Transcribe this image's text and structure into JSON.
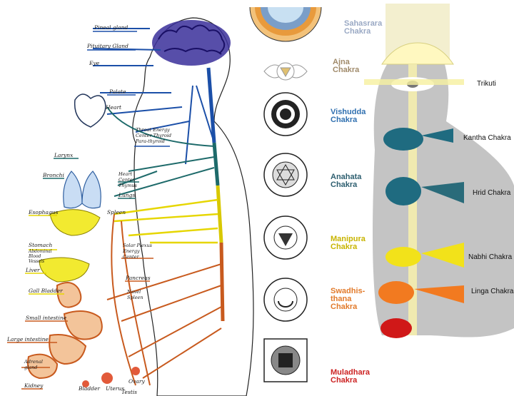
{
  "anatomy": {
    "labels": [
      {
        "id": "pineal",
        "text": "Pineal gland"
      },
      {
        "id": "pituitary",
        "text": "Pituitary Gland"
      },
      {
        "id": "eye",
        "text": "Eye"
      },
      {
        "id": "palate",
        "text": "Palate"
      },
      {
        "id": "heart",
        "text": "Heart"
      },
      {
        "id": "throat",
        "text": "Throat Energy Center Thyroid Para-thyroid"
      },
      {
        "id": "larynx",
        "text": "Larynx"
      },
      {
        "id": "bronchi",
        "text": "Bronchi"
      },
      {
        "id": "heartcenter",
        "text": "Heart Center Thymus"
      },
      {
        "id": "lungs",
        "text": "Lungs"
      },
      {
        "id": "spleen_top",
        "text": "Spleen"
      },
      {
        "id": "esophagus",
        "text": "Esophagus"
      },
      {
        "id": "stomach",
        "text": "Stomach"
      },
      {
        "id": "abdominal",
        "text": "Abdominal Blood Vessels"
      },
      {
        "id": "solar",
        "text": "Solar Plexus Energy Center"
      },
      {
        "id": "liver",
        "text": "Liver"
      },
      {
        "id": "pancreas",
        "text": "Pancreas"
      },
      {
        "id": "gall",
        "text": "Gall Bladder"
      },
      {
        "id": "navel",
        "text": "Navel Spleen"
      },
      {
        "id": "smallint",
        "text": "Small intestine"
      },
      {
        "id": "largeint",
        "text": "Large intestine"
      },
      {
        "id": "adrenal",
        "text": "Adrenal gland"
      },
      {
        "id": "ovary",
        "text": "Ovary"
      },
      {
        "id": "kidney",
        "text": "Kidney"
      },
      {
        "id": "bladder",
        "text": "Bladder"
      },
      {
        "id": "uterus",
        "text": "Uterus"
      },
      {
        "id": "testis",
        "text": "Testis"
      }
    ]
  },
  "chakras": [
    {
      "id": "sahasrara",
      "name": "Sahasrara\nChakra",
      "color": "#9aa9c4"
    },
    {
      "id": "ajna",
      "name": "Ajna\nChakra",
      "color": "#a08a6a"
    },
    {
      "id": "vishudda",
      "name": "Vishudda\nChakra",
      "color": "#3070b0"
    },
    {
      "id": "anahata",
      "name": "Anahata\nChakra",
      "color": "#2e5f70"
    },
    {
      "id": "manipura",
      "name": "Manipura\nChakra",
      "color": "#c8b400"
    },
    {
      "id": "swadhisthana",
      "name": "Swadhis-\nthana\nChakra",
      "color": "#e27a2a"
    },
    {
      "id": "muladhara",
      "name": "Muladhara\nChakra",
      "color": "#cc2222"
    }
  ],
  "right_panel": {
    "labels": [
      {
        "id": "trikuti",
        "text": "Trikuti"
      },
      {
        "id": "kantha",
        "text": "Kantha Chakra"
      },
      {
        "id": "hrid",
        "text": "Hrid Chakra"
      },
      {
        "id": "nabhi",
        "text": "Nabhi Chakra"
      },
      {
        "id": "linga",
        "text": "Linga Chakra"
      }
    ],
    "colors": {
      "body": "#c4c4c4",
      "teal": "#1f6b80",
      "yellow": "#f2e21a",
      "orange": "#f27a20",
      "red": "#d01818"
    }
  }
}
